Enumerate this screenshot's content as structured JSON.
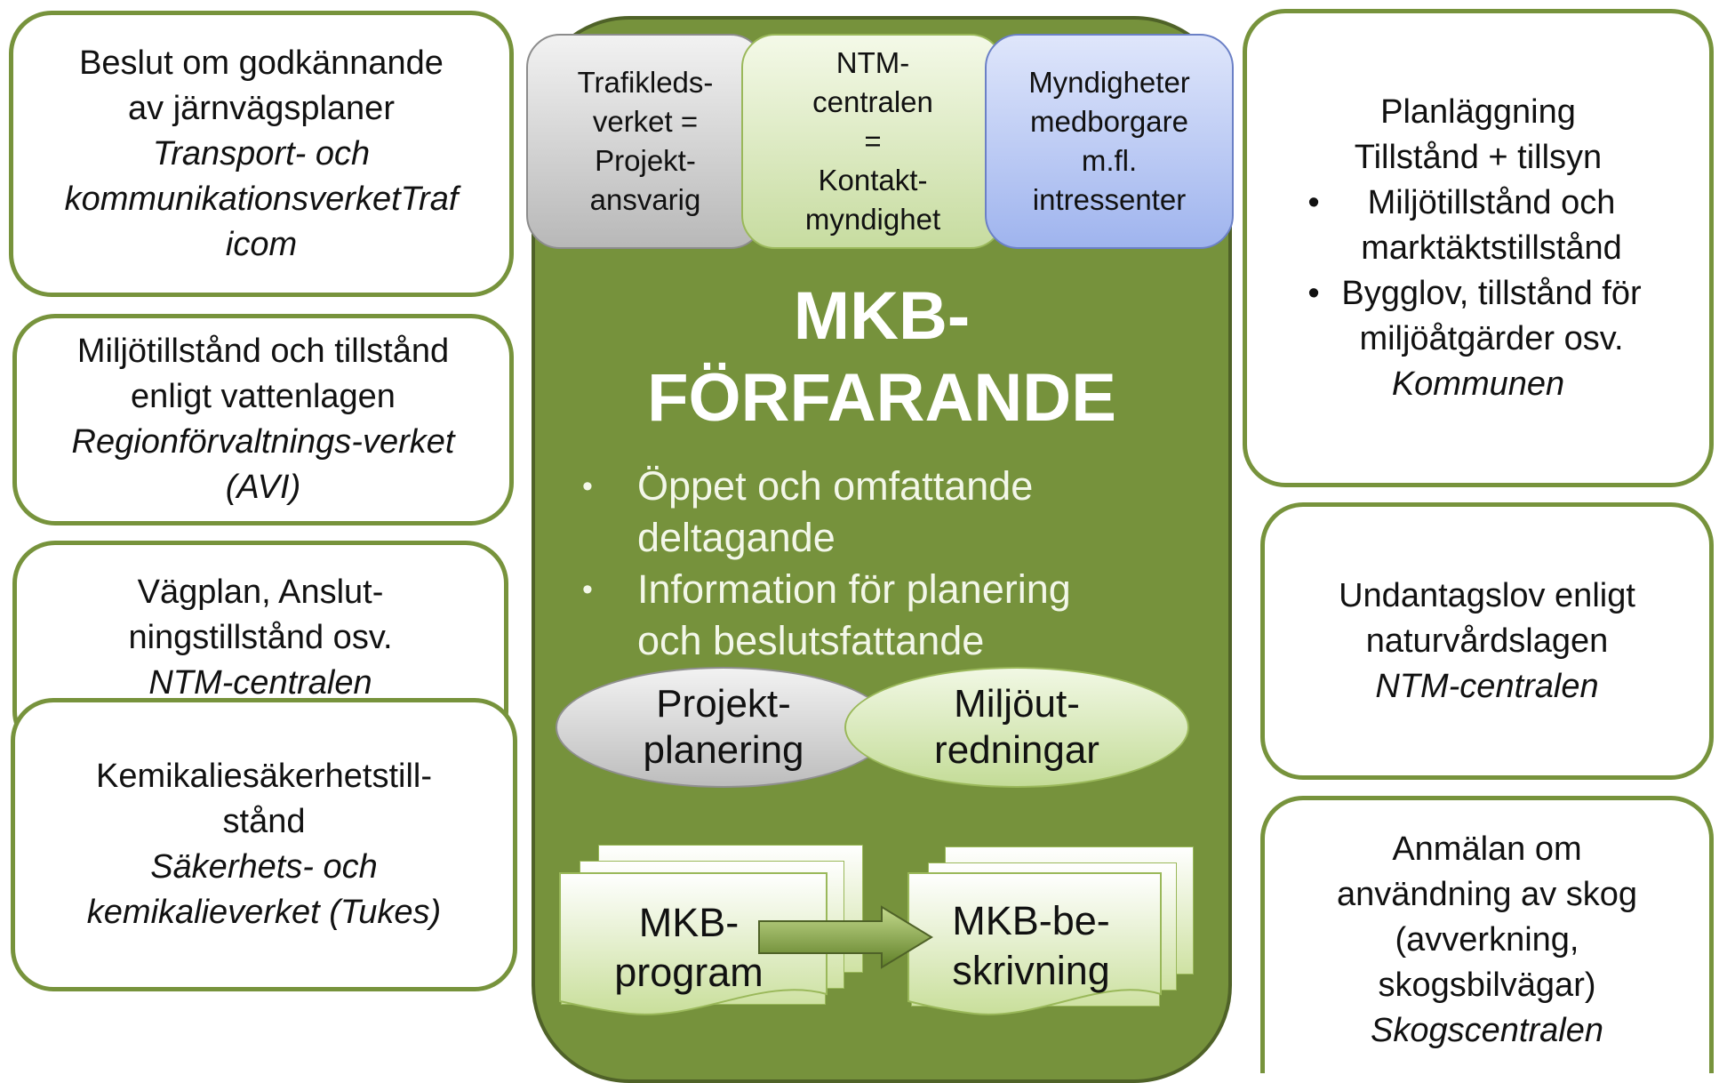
{
  "left_boxes": [
    {
      "lines": [
        "Beslut om godkännande",
        "av järnvägsplaner"
      ],
      "authority": [
        "Transport- och",
        "kommunikationsverketTraf",
        "icom"
      ]
    },
    {
      "lines": [
        "Miljötillstånd och tillstånd",
        "enligt vattenlagen"
      ],
      "authority": [
        "Regionförvaltnings-verket",
        "(AVI)"
      ]
    },
    {
      "lines": [
        "Vägplan, Anslut-",
        "ningstillstånd osv."
      ],
      "authority": [
        "NTM-centralen"
      ]
    },
    {
      "lines": [
        "Kemikaliesäkerhetstill-",
        "stånd"
      ],
      "authority": [
        "Säkerhets- och",
        "kemikalieverket (Tukes)"
      ]
    }
  ],
  "right_boxes": {
    "planning": {
      "lines": [
        "Planläggning",
        "Tillstånd + tillsyn"
      ],
      "bullets": [
        [
          "Miljötillstånd och",
          "marktäktstillstånd"
        ],
        [
          "Bygglov, tillstånd för",
          "miljöåtgärder osv."
        ]
      ],
      "authority": "Kommunen"
    },
    "exemption": {
      "lines": [
        "Undantagslov enligt",
        "naturvårdslagen"
      ],
      "authority": "NTM-centralen"
    },
    "forest": {
      "lines": [
        "Anmälan om",
        "användning av skog",
        "(avverkning,",
        "skogsbilvägar)"
      ],
      "authority": "Skogscentralen"
    }
  },
  "center": {
    "top_boxes": [
      {
        "lines": [
          "Trafikleds-",
          "verket =",
          "Projekt-",
          "ansvarig"
        ]
      },
      {
        "lines": [
          "NTM-",
          "centralen",
          "=",
          "Kontakt-",
          "myndighet"
        ]
      },
      {
        "lines": [
          "Myndigheter",
          "medborgare",
          "m.fl.",
          "intressenter"
        ]
      }
    ],
    "title": [
      "MKB-",
      "FÖRFARANDE"
    ],
    "bullets": [
      [
        "Öppet och omfattande",
        "deltagande"
      ],
      [
        "Information för planering",
        "och beslutsfattande"
      ]
    ],
    "ellipses": [
      [
        "Projekt-",
        "planering"
      ],
      [
        "Miljöut-",
        "redningar"
      ]
    ],
    "documents": [
      [
        "MKB-",
        "program"
      ],
      [
        "MKB-be-",
        "skrivning"
      ]
    ]
  },
  "colors": {
    "green_frame": "#76923c",
    "box_border": "#77933c",
    "gray": "#d0d0d0",
    "light_green": "#d8e8b8",
    "blue": "#b7c6f4"
  }
}
